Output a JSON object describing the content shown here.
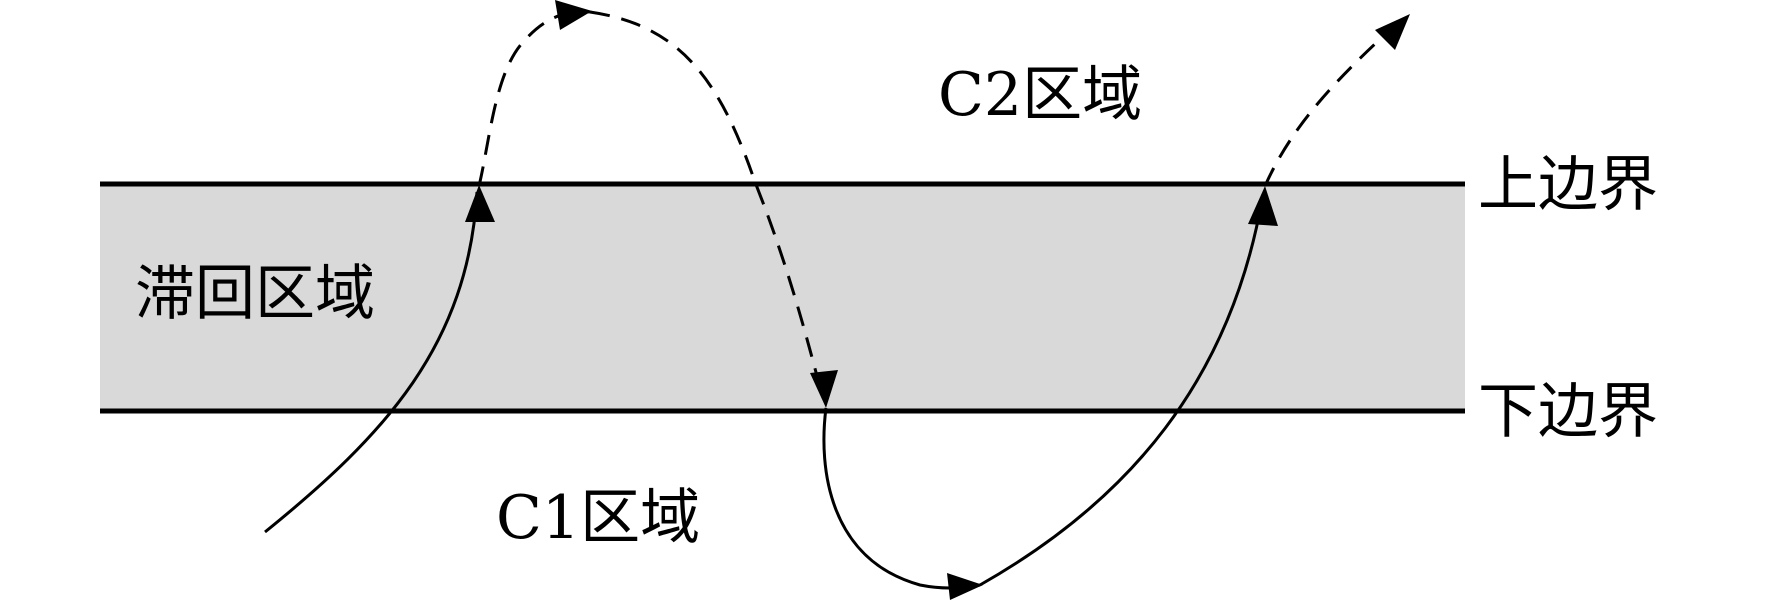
{
  "labels": {
    "hysteresis_region": "滞回区域",
    "c1_region": "C1区域",
    "c2_region": "C2区域",
    "upper_boundary": "上边界",
    "lower_boundary": "下边界"
  },
  "colors": {
    "band_fill": "#d9d9d9",
    "stroke": "#000000",
    "background": "#ffffff"
  }
}
